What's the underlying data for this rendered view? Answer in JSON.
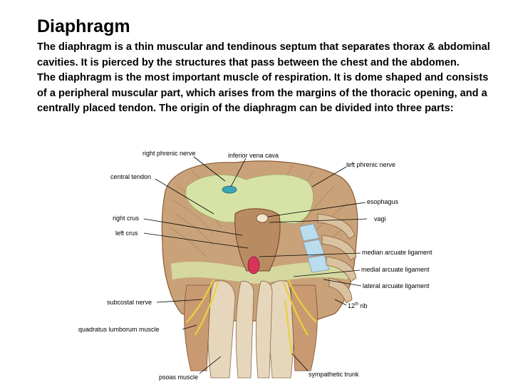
{
  "slide": {
    "title": "Diaphragm",
    "paragraph1": "The diaphragm is a thin muscular and tendinous septum that separates thorax & abdominal cavities. It is pierced by the structures that pass between the chest and the abdomen.",
    "paragraph2": "The diaphragm is the most important muscle of respiration. It is dome shaped and consists of a peripheral muscular part, which arises from the margins of the thoracic opening, and a centrally placed tendon. The origin of the diaphragm can be divided into three parts:"
  },
  "figure": {
    "labels": {
      "right_phrenic_nerve": "right phrenic nerve",
      "inferior_vena_cava": "inferior vena cava",
      "left_phrenic_nerve": "left phrenic nerve",
      "central_tendon": "central tendon",
      "esophagus": "esophagus",
      "right_crus": "right crus",
      "vagi": "vagi",
      "left_crus": "left crus",
      "median_arcuate_ligament": "median arcuate ligament",
      "medial_arcuate_ligament": "medial arcuate ligament",
      "lateral_arcuate_ligament": "lateral arcuate ligament",
      "twelfth_rib_num": "12",
      "twelfth_rib_sup": "th",
      "twelfth_rib_word": " rib",
      "subcostal_nerve": "subcostal nerve",
      "quadratus_lumborum_muscle": "quadratus lumborum muscle",
      "psoas_muscle": "psoas muscle",
      "sympathetic_trunk": "sympathetic trunk"
    },
    "colors": {
      "muscle": "#c9a27a",
      "muscle_dark": "#8a5a36",
      "tendon": "#d7e3a6",
      "ribs": "#b9dcef",
      "nerve": "#e8d23a",
      "aorta": "#d9335a",
      "ivc": "#3aa6b8"
    }
  }
}
